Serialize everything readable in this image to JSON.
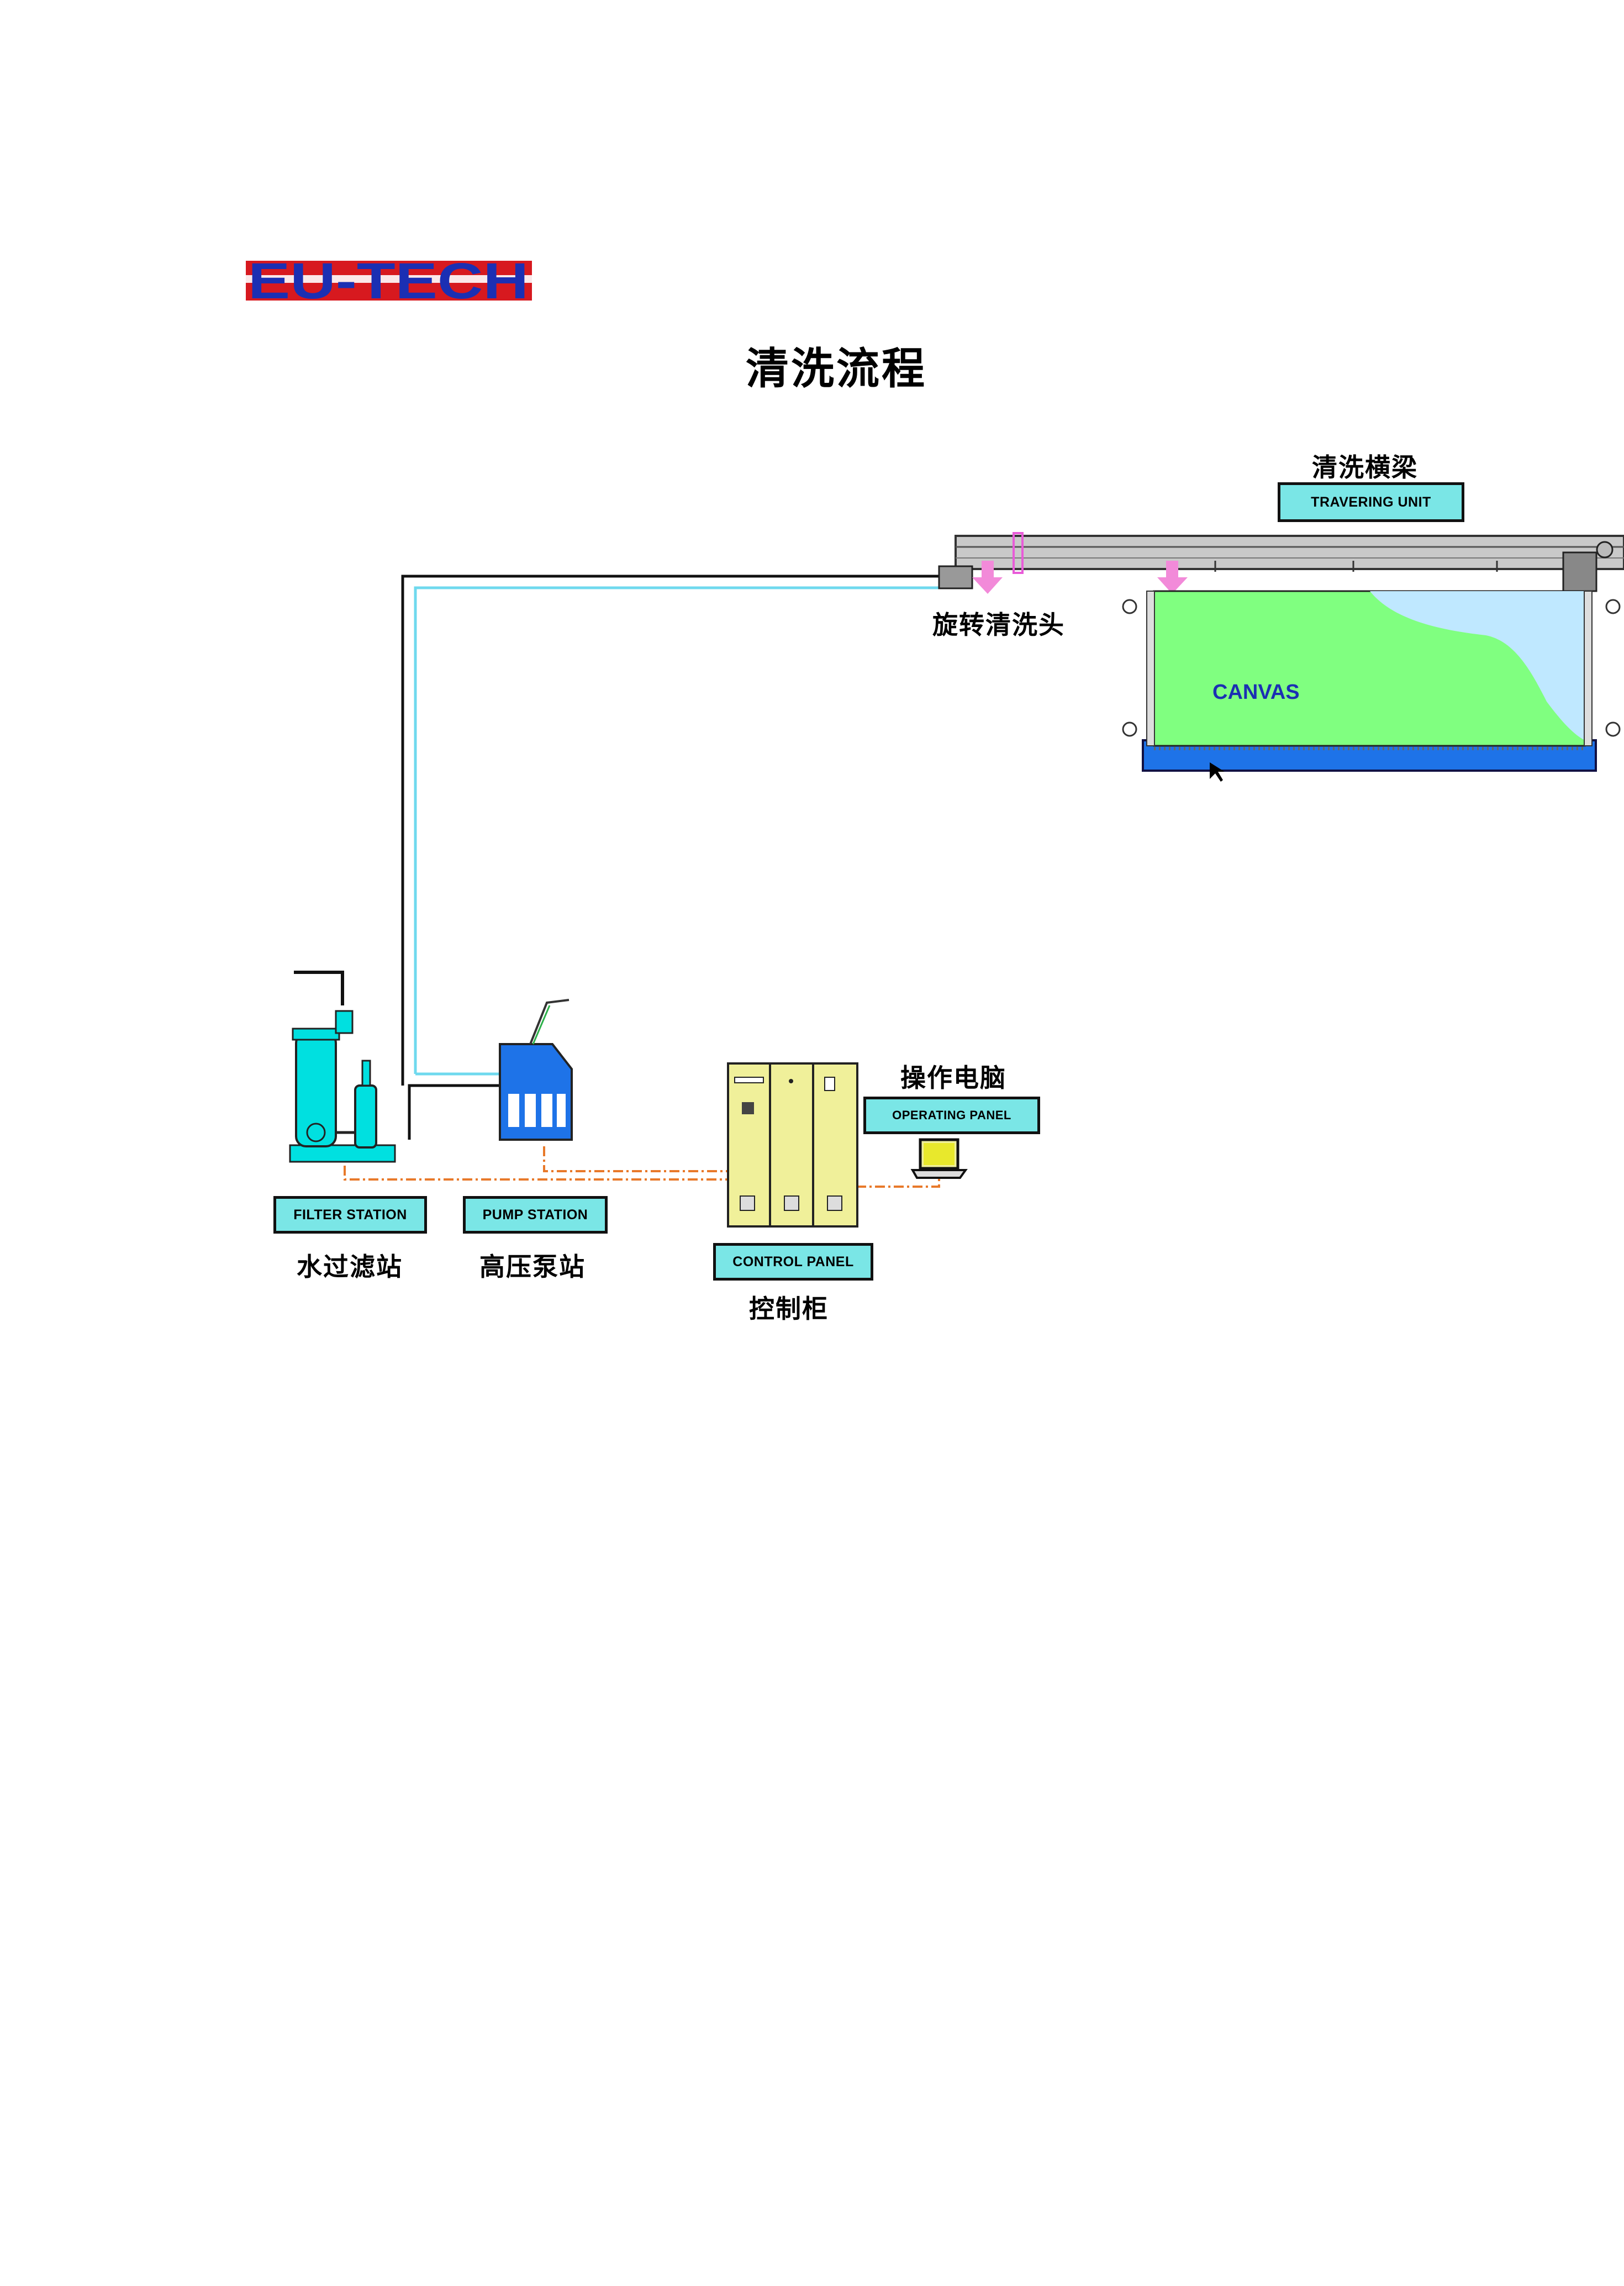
{
  "logo": {
    "text": "EU-TECH",
    "color_text": "#1b2fb3",
    "color_band": "#d7191f"
  },
  "title": "清洗流程",
  "traversing_unit": {
    "label_cn": "清洗横梁",
    "tag": "TRAVERING UNIT"
  },
  "rotating_head": {
    "label_cn": "旋转清洗头"
  },
  "canvas": {
    "label": "CANVAS",
    "color": "#80ff80",
    "foam_color": "#bfe8ff"
  },
  "filter_station": {
    "tag": "FILTER STATION",
    "label_cn": "水过滤站",
    "color": "#00e0e0"
  },
  "pump_station": {
    "tag": "PUMP STATION",
    "label_cn": "高压泵站",
    "color": "#1e73e8"
  },
  "control_panel": {
    "tag": "CONTROL PANEL",
    "label_cn": "控制柜",
    "color": "#f0f09a"
  },
  "operating_panel": {
    "tag": "OPERATING PANEL",
    "label_cn": "操作电脑"
  },
  "colors": {
    "tag_fill": "#7ae6e6",
    "water_pipe": "#6fd9ee",
    "signal_line": "#e8792a",
    "beam": "#c9c9c9"
  }
}
